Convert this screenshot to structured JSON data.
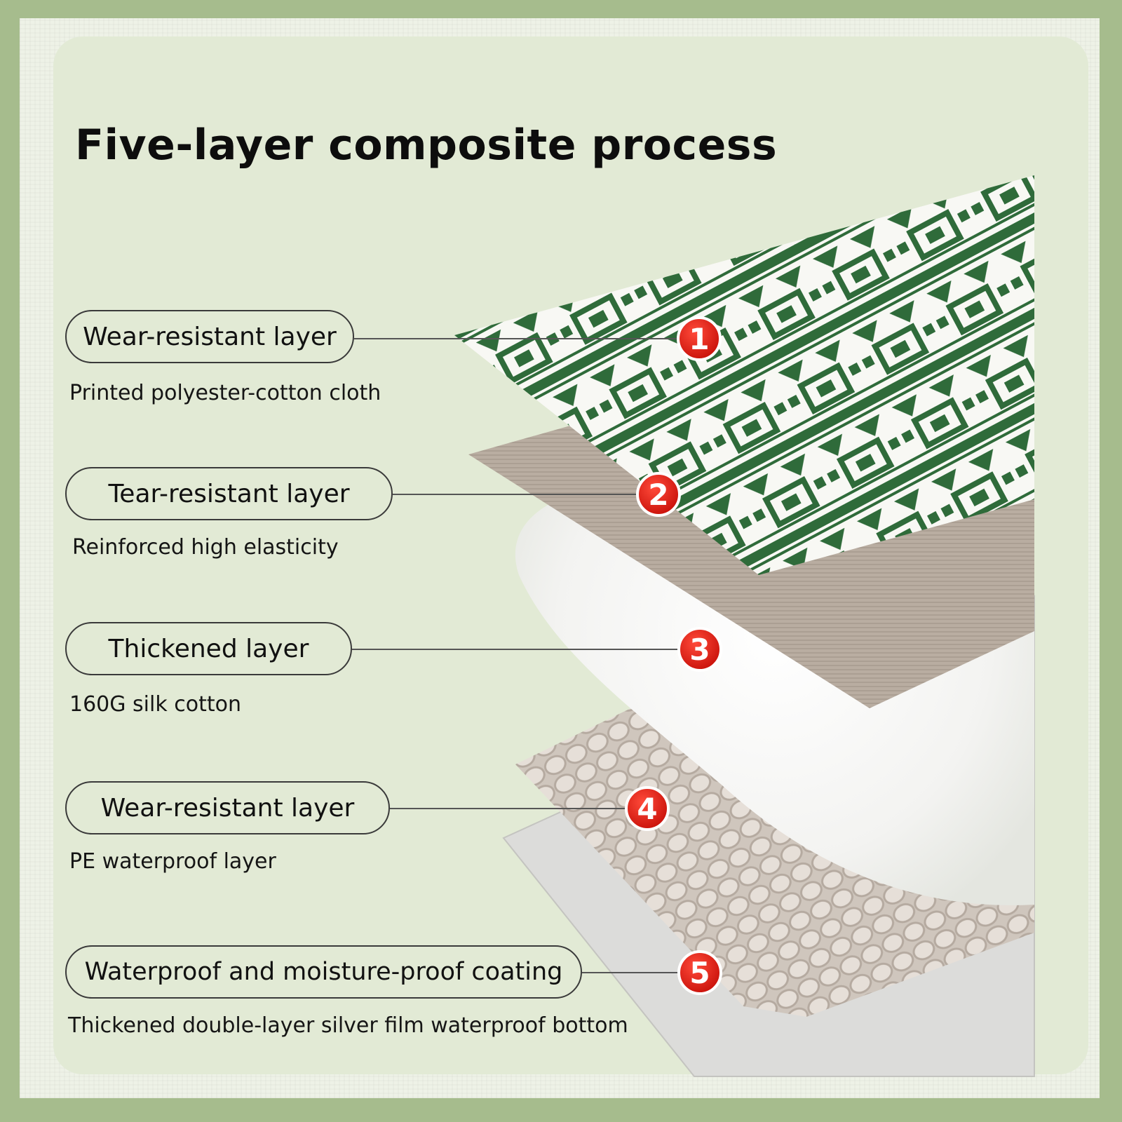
{
  "title": "Five-layer composite process",
  "layers": [
    {
      "number": "1",
      "name": "Wear-resistant layer",
      "description": "Printed polyester-cotton cloth"
    },
    {
      "number": "2",
      "name": "Tear-resistant layer",
      "description": "Reinforced high elasticity"
    },
    {
      "number": "3",
      "name": "Thickened layer",
      "description": "160G silk cotton"
    },
    {
      "number": "4",
      "name": "Wear-resistant layer",
      "description": "PE waterproof layer"
    },
    {
      "number": "5",
      "name": "Waterproof and moisture-proof coating",
      "description": "Thickened double-layer silver film waterproof bottom"
    }
  ],
  "colors": {
    "pattern_green": "#2f6b3a",
    "badge_red": "#e31b12",
    "frame_green": "#a6bc8d",
    "panel_bg": "#e2ead5"
  }
}
